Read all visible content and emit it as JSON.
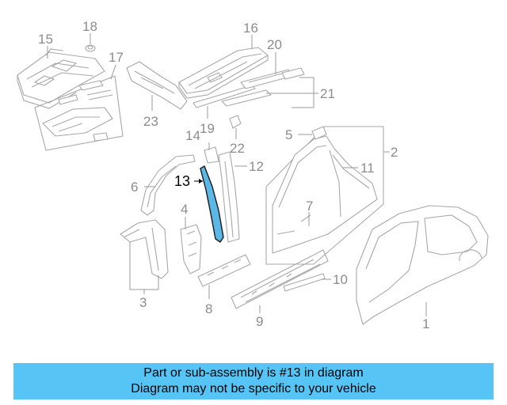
{
  "highlight": {
    "part_number": "13",
    "fill_color": "#5bb8e6",
    "label": "13"
  },
  "callouts": [
    "1",
    "2",
    "3",
    "4",
    "5",
    "6",
    "7",
    "8",
    "9",
    "10",
    "11",
    "12",
    "14",
    "15",
    "16",
    "17",
    "18",
    "19",
    "20",
    "21",
    "22",
    "23"
  ],
  "banner": {
    "line1": "Part or sub-assembly is #13 in diagram",
    "line2": "Diagram may not be specific to your vehicle",
    "color": "#56c5f5"
  }
}
